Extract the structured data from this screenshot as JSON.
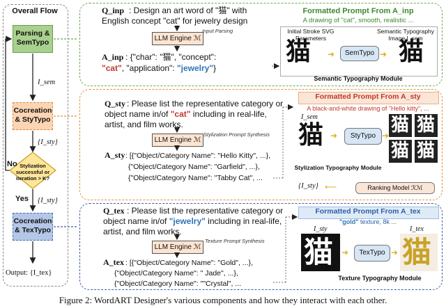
{
  "flow": {
    "title": "Overall Flow",
    "step1": "Parsing & SemTypo",
    "step2": "Cocreation & StyTypo",
    "step3": "Cocreation & TexTypo",
    "decision": "Stylization successful or iteration > K?",
    "no": "No",
    "yes": "Yes",
    "i_sem": "I_sem",
    "i_sty1": "{I_sty}",
    "i_sty2": "{I_sty}",
    "output": "Output: {I_tex}"
  },
  "panel1": {
    "q_label": "Q_inp",
    "q_text_1": ": Design an art word of \"猫\" with",
    "q_text_2": "English concept \"cat\" for jewelry design",
    "engine": "LLM Engine ℳ",
    "parse_note": "Input Parsing",
    "a_label": "A_inp",
    "a_text_1": ": {\"char\": \"猫\", \"concept\":",
    "a_concept": "\"cat\"",
    "a_app_key": ", \"application\": ",
    "a_app": "\"jewelry\"",
    "a_end": "}",
    "fp_title": "Formatted Prompt From A_inp",
    "fp_text": "A drawing of \"cat\", smooth, realistic ...",
    "init_label": "Initial Stroke SVG Parameters",
    "sem_label": "Semantic Typography Image I_sem",
    "module_btn": "SemTypo",
    "module_name": "Semantic Typography Module",
    "glyph": "猫"
  },
  "panel2": {
    "q_label": "Q_sty",
    "q_text_1": ": Please list the representative category or",
    "q_text_2a": "object name in/of ",
    "q_concept": "\"cat\"",
    "q_text_2b": " including in real-life,",
    "q_text_3": "artist, and film works.",
    "engine": "LLM Engine ℳ",
    "synth_note": "Stylization Prompt Synthesis",
    "a_label": "A_sty",
    "a_lines": [
      ": [{\"Object/Category Name\": \"Hello Kitty\", ...},",
      "{\"Object/Category Name\": \"Garfield\", ...},",
      "{\"Object/Category Name\": \"Tabby Cat\", ..."
    ],
    "fp_title": "Formatted Prompt From A_sty",
    "fp_text": "A black-and-white drawing of \"Hello kitty\", ...",
    "i_sem": "I_sem",
    "module_btn": "StyTypo",
    "module_name": "Stylization Typography Module",
    "rank_btn": "Ranking Model ℛℳ",
    "i_sty": "{I_sty}",
    "glyph": "猫"
  },
  "panel3": {
    "q_label": "Q_tex",
    "q_text_1": ": Please list the representative category or",
    "q_text_2a": "object name in/of ",
    "q_concept": "\"jewelry\"",
    "q_text_2b": " including in real-life,",
    "q_text_3": "artist, and film works.",
    "engine": "LLM Engine ℳ",
    "synth_note": "Texture Prompt Synthesis",
    "a_label": "A_tex",
    "a_lines": [
      ": [{\"Object/Category Name\": \"Gold\", ...},",
      "{\"Object/Category Name\": \" Jade\", ...},",
      "{\"Object/Category Name\": \"\"Crystal\", ..."
    ],
    "fp_title": "Formatted Prompt From A_tex",
    "fp_text_a": "\"gold\"",
    "fp_text_b": " texture, 8k ...",
    "i_sty": "I_sty",
    "i_tex": "I_tex",
    "module_btn": "TexTypo",
    "module_name": "Texture Typography Module",
    "glyph": "猫"
  },
  "caption": "Figure 2: WordART Designer's various components and how they interact with each other."
}
